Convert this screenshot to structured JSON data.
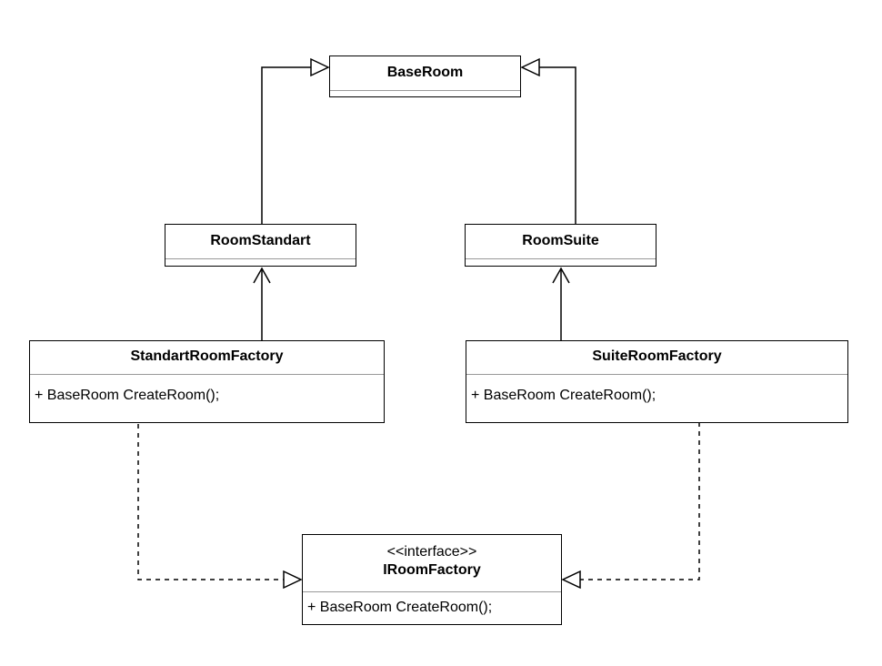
{
  "diagram": {
    "classes": {
      "base_room": {
        "name": "BaseRoom"
      },
      "room_standart": {
        "name": "RoomStandart"
      },
      "room_suite": {
        "name": "RoomSuite"
      },
      "standart_room_factory": {
        "name": "StandartRoomFactory",
        "operations": [
          "+ BaseRoom CreateRoom();"
        ]
      },
      "suite_room_factory": {
        "name": "SuiteRoomFactory",
        "operations": [
          "+ BaseRoom CreateRoom();"
        ]
      },
      "iroom_factory": {
        "stereotype": "<<interface>>",
        "name": "IRoomFactory",
        "operations": [
          "+ BaseRoom CreateRoom();"
        ]
      }
    },
    "relationships": [
      {
        "type": "generalization",
        "from": "RoomStandart",
        "to": "BaseRoom"
      },
      {
        "type": "generalization",
        "from": "RoomSuite",
        "to": "BaseRoom"
      },
      {
        "type": "association",
        "from": "StandartRoomFactory",
        "to": "RoomStandart"
      },
      {
        "type": "association",
        "from": "SuiteRoomFactory",
        "to": "RoomSuite"
      },
      {
        "type": "realization",
        "from": "StandartRoomFactory",
        "to": "IRoomFactory"
      },
      {
        "type": "realization",
        "from": "SuiteRoomFactory",
        "to": "IRoomFactory"
      }
    ],
    "colors": {
      "line": "#000000",
      "background": "#ffffff",
      "divider": "#999999"
    }
  }
}
